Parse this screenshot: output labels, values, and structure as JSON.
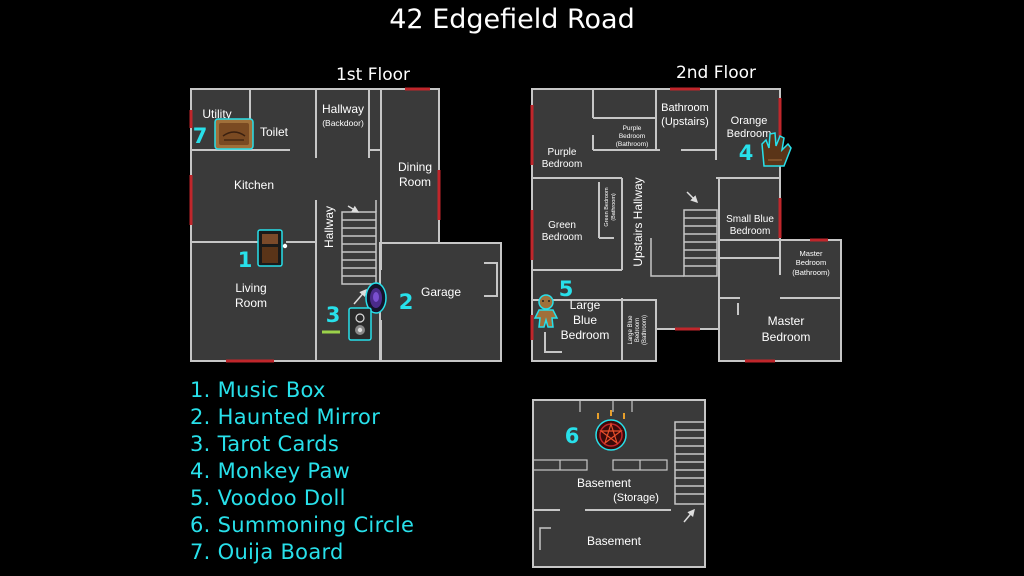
{
  "map": {
    "title": "42 Edgefield Road",
    "floors": {
      "first": "1st Floor",
      "second": "2nd Floor"
    },
    "rooms": {
      "utility": "Utility",
      "toilet": "Toilet",
      "hallway_backdoor": "Hallway",
      "hallway_backdoor_sub": "(Backdoor)",
      "dining": [
        "Dining",
        "Room"
      ],
      "kitchen": "Kitchen",
      "hallway": "Hallway",
      "living": [
        "Living",
        "Room"
      ],
      "garage": "Garage",
      "bathroom_upstairs": [
        "Bathroom",
        "(Upstairs)"
      ],
      "orange_bedroom": [
        "Orange",
        "Bedroom"
      ],
      "purple_bedroom": [
        "Purple",
        "Bedroom"
      ],
      "purple_bathroom": [
        "Purple",
        "Bedroom",
        "(Bathroom)"
      ],
      "upstairs_hallway": "Upstairs Hallway",
      "green_bedroom": [
        "Green",
        "Bedroom"
      ],
      "green_bathroom": [
        "Green Bedroom",
        "(Bathroom)"
      ],
      "small_blue": [
        "Small Blue",
        "Bedroom"
      ],
      "master_bathroom": [
        "Master",
        "Bedroom",
        "(Bathroom)"
      ],
      "large_blue": [
        "Large",
        "Blue",
        "Bedroom"
      ],
      "large_blue_bathroom": [
        "Large Blue",
        "Bedroom",
        "(Bathroom)"
      ],
      "master_bedroom": [
        "Master",
        "Bedroom"
      ],
      "basement_storage": "Basement",
      "basement_storage_sub": "(Storage)",
      "basement": "Basement"
    },
    "markers": [
      "1",
      "2",
      "3",
      "4",
      "5",
      "6",
      "7"
    ],
    "legend": [
      "1. Music Box",
      "2. Haunted Mirror",
      "3. Tarot Cards",
      "4. Monkey Paw",
      "5. Voodoo Doll",
      "6. Summoning Circle",
      "7. Ouija Board"
    ],
    "colors": {
      "background": "#000000",
      "room_fill": "#3a3a3a",
      "wall": "#bdbdbd",
      "window": "#c0262b",
      "door_green": "#9bd24a",
      "accent": "#28e0ea",
      "label": "#ffffff"
    }
  }
}
